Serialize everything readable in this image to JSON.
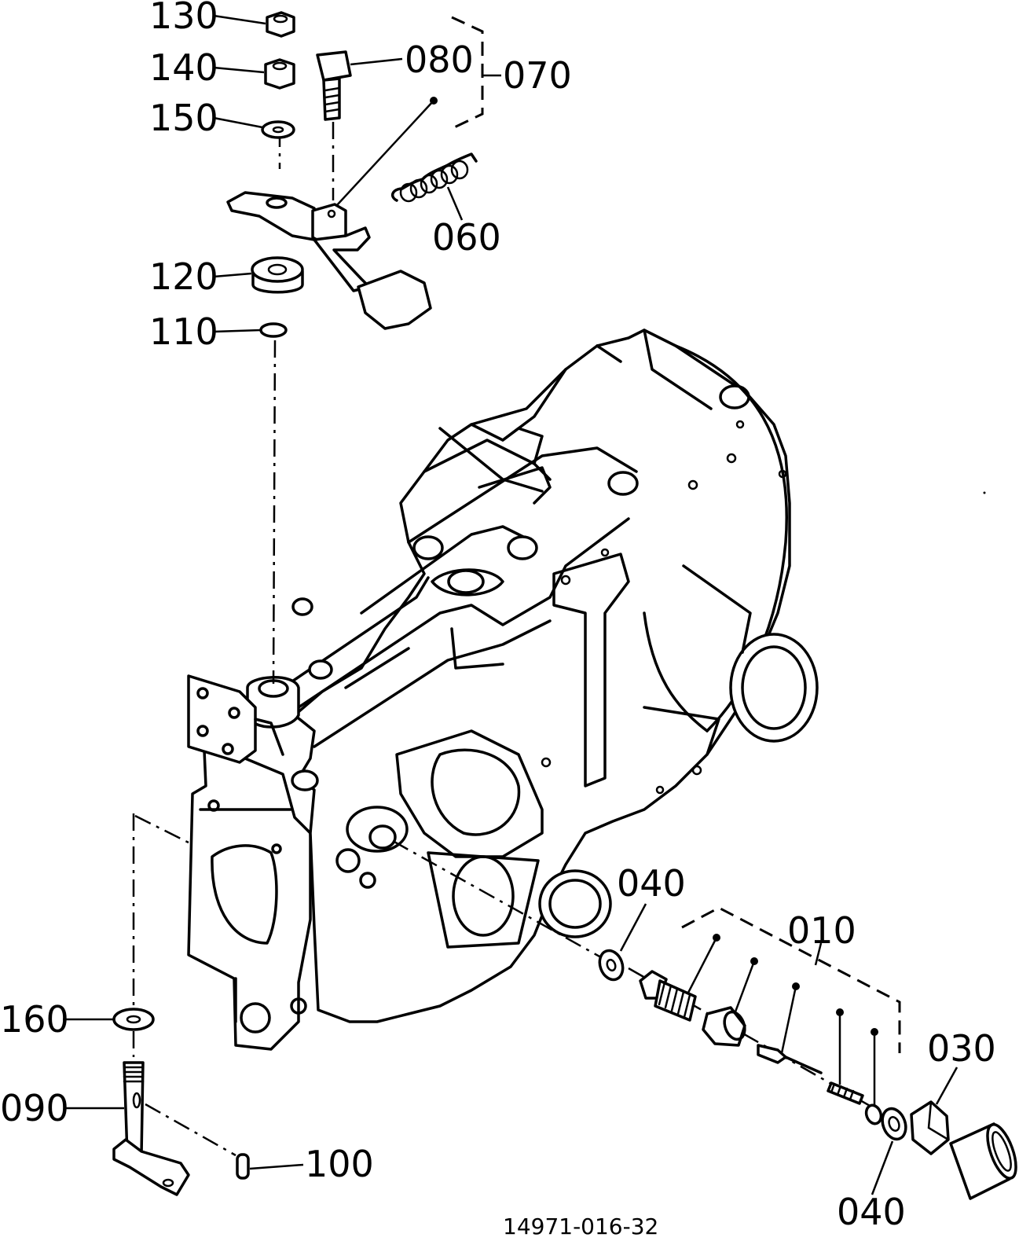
{
  "diagram": {
    "document_id": "14971-016-32",
    "callouts": [
      {
        "id": "c130",
        "text": "130"
      },
      {
        "id": "c140",
        "text": "140"
      },
      {
        "id": "c150",
        "text": "150"
      },
      {
        "id": "c080",
        "text": "080"
      },
      {
        "id": "c070",
        "text": "070"
      },
      {
        "id": "c060",
        "text": "060"
      },
      {
        "id": "c120",
        "text": "120"
      },
      {
        "id": "c110",
        "text": "110"
      },
      {
        "id": "c040a",
        "text": "040"
      },
      {
        "id": "c010",
        "text": "010"
      },
      {
        "id": "c030",
        "text": "030"
      },
      {
        "id": "c160",
        "text": "160"
      },
      {
        "id": "c090",
        "text": "090"
      },
      {
        "id": "c100",
        "text": "100"
      },
      {
        "id": "c040b",
        "text": "040"
      }
    ]
  }
}
